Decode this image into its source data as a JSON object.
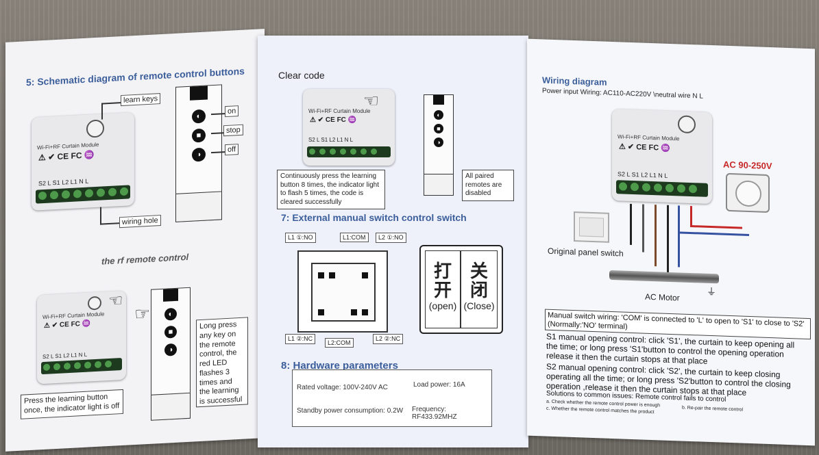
{
  "left": {
    "section5_title": "5: Schematic diagram of remote control buttons",
    "learn_keys": "learn keys",
    "wiring_hole": "wiring hole",
    "btn_on": "on",
    "btn_stop": "stop",
    "btn_off": "off",
    "section6_title": "the rf remote control",
    "module_title": "Wi-Fi+RF Curtain Module",
    "module_marks": "⚠ ✔ CE FC ♒",
    "terms": "S2 L S1 L2 L1 N L",
    "learn_note": "Press the learning button once, the indicator light is off",
    "long_press_note": "Long press any key on the remote control, the red LED flashes 3 times and the learning is successful"
  },
  "middle": {
    "clear_code_title": "Clear code",
    "clear_note": "Continuously press the learning button 8 times, the indicator light to flash 5 times, the code is cleared successfully",
    "paired_note": "All paired remotes are disabled",
    "section7_title": "7: External manual switch control switch",
    "l1_no": "L1 ①:NO",
    "l1_com": "L1:COM",
    "l2_no": "L2 ①:NO",
    "l1_nc": "L1 ②:NC",
    "l2_com": "L2:COM",
    "l2_nc": "L2 ②:NC",
    "cn_open_1": "打",
    "cn_open_2": "开",
    "cn_open_label": "(open)",
    "cn_close_1": "关",
    "cn_close_2": "闭",
    "cn_close_label": "(Close)",
    "section8_title": "8: Hardware parameters",
    "rated_voltage": "Rated voltage: 100V-240V AC",
    "load_power": "Load power: 16A",
    "standby_power": "Standby power consumption: 0.2W",
    "frequency": "Frequency: RF433.92MHZ"
  },
  "right": {
    "title": "Wiring diagram",
    "power_input": "Power input Wiring: AC110-AC220V \\neutral wire N L",
    "ac_label": "AC 90-250V",
    "original_switch": "Original panel switch",
    "ac_motor": "AC Motor",
    "manual_wiring": "Manual switch wiring: 'COM' is connected to 'L' to open to 'S1' to close to 'S2' (Normally:'NO' terminal)",
    "s1_manual": "S1 manual opening control: click 'S1', the curtain to keep opening all the time; or long press 'S1'button to control the opening operation release it then the curtain stops at that place",
    "s2_manual": "S2 manual opening control: click 'S2', the curtain to keep closing operating all the time; or long press 'S2'button to control the closing operation ,release it then the curtain stops at that place",
    "solutions": "Solutions to common issues: Remote control fails to control",
    "sol_a": "a. Check whether the remote control power is enough",
    "sol_b": "b. Re-pair the remote control",
    "sol_c": "c. Whether the remote control matches the product"
  },
  "colors": {
    "title_blue": "#3b5e9b",
    "accent_red": "#c62828",
    "terminal_green": "#4c9a4a"
  }
}
